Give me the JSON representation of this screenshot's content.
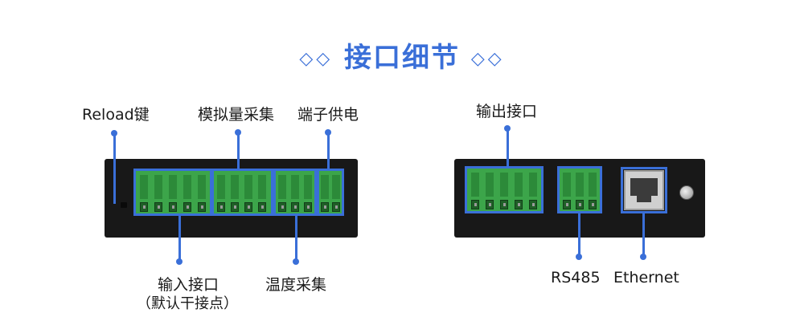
{
  "title": {
    "text": "接口细节",
    "left_deco": "◇◇",
    "right_deco": "◇◇"
  },
  "labels": {
    "reload": "Reload键",
    "analog": "模拟量采集",
    "power": "端子供电",
    "input_line1": "输入接口",
    "input_line2": "（默认干接点）",
    "temp": "温度采集",
    "output": "输出接口",
    "rs485": "RS485",
    "ethernet": "Ethernet"
  },
  "colors": {
    "accent": "#3a6fd8",
    "terminal_green": "#3ca54a",
    "device_body": "#181818"
  }
}
